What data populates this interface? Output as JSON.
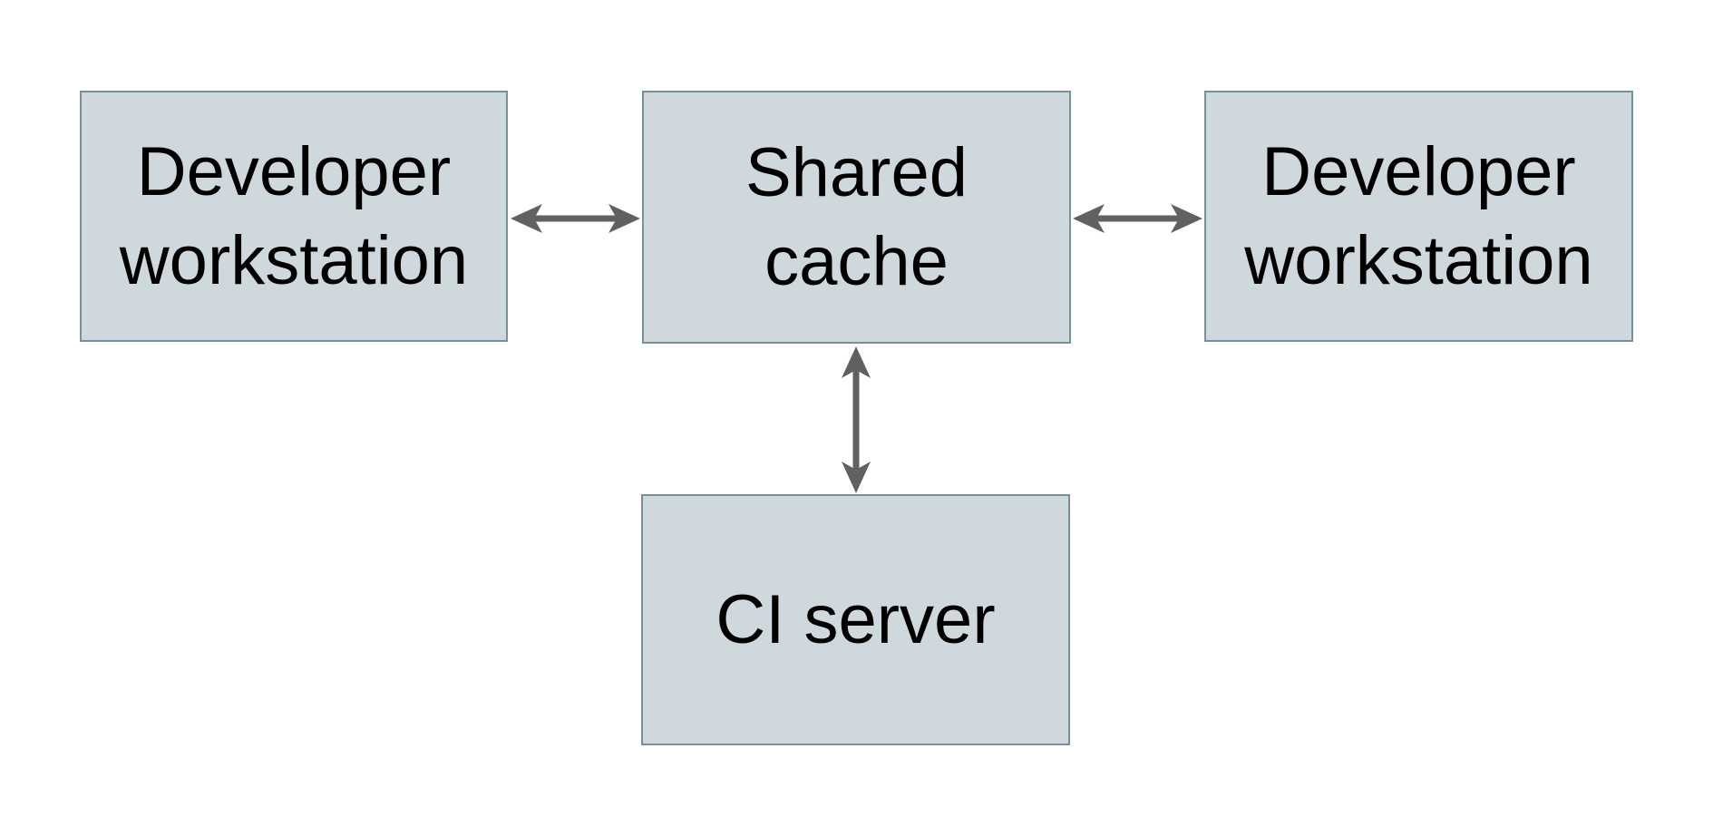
{
  "diagram": {
    "type": "architecture-diagram",
    "nodes": [
      {
        "id": "developer-workstation-left",
        "label": "Developer\nworkstation"
      },
      {
        "id": "shared-cache",
        "label": "Shared\ncache"
      },
      {
        "id": "developer-workstation-right",
        "label": "Developer\nworkstation"
      },
      {
        "id": "ci-server",
        "label": "CI server"
      }
    ],
    "edges": [
      {
        "from": "developer-workstation-left",
        "to": "shared-cache",
        "direction": "bidirectional"
      },
      {
        "from": "developer-workstation-right",
        "to": "shared-cache",
        "direction": "bidirectional"
      },
      {
        "from": "ci-server",
        "to": "shared-cache",
        "direction": "bidirectional"
      }
    ],
    "colors": {
      "background": "#ffffff",
      "node_fill": "#cfd8dc",
      "node_border": "#78909c",
      "arrow": "#616161",
      "text": "#000000"
    }
  }
}
